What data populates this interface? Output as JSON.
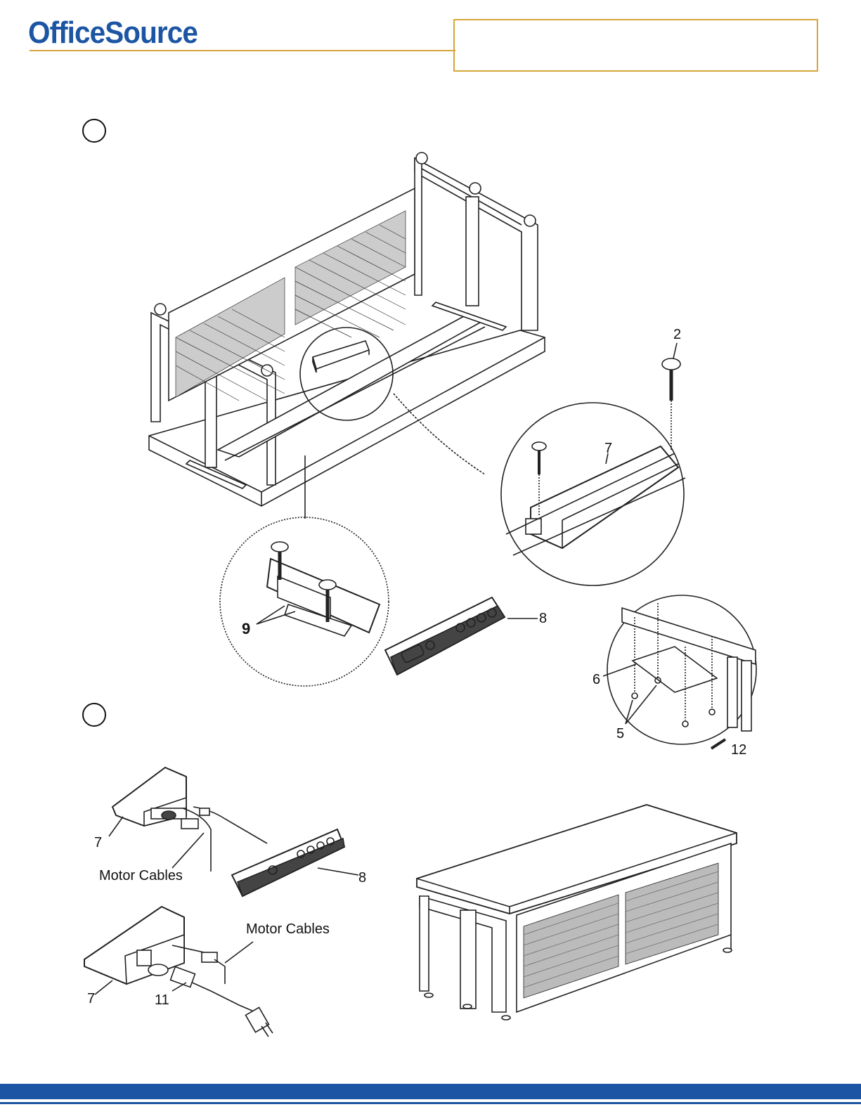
{
  "brand": {
    "name": "OfficeSource",
    "color": "#1c55a3",
    "accent": "#d6a63a"
  },
  "step_markers": [
    {
      "label": ""
    },
    {
      "label": ""
    }
  ],
  "callouts": {
    "c2": "2",
    "c7_top": "7",
    "c9": "9",
    "c8_top": "8",
    "c6": "6",
    "c5": "5",
    "c12": "12",
    "c7_mid": "7",
    "motor_cables_1": "Motor Cables",
    "c8_mid": "8",
    "motor_cables_2": "Motor Cables",
    "c7_bot": "7",
    "c11": "11"
  },
  "icons": [
    "desk-frame-illustration",
    "control-box-icon",
    "controller-icon",
    "screw-icon",
    "power-plug-icon",
    "assembled-desk-illustration"
  ]
}
